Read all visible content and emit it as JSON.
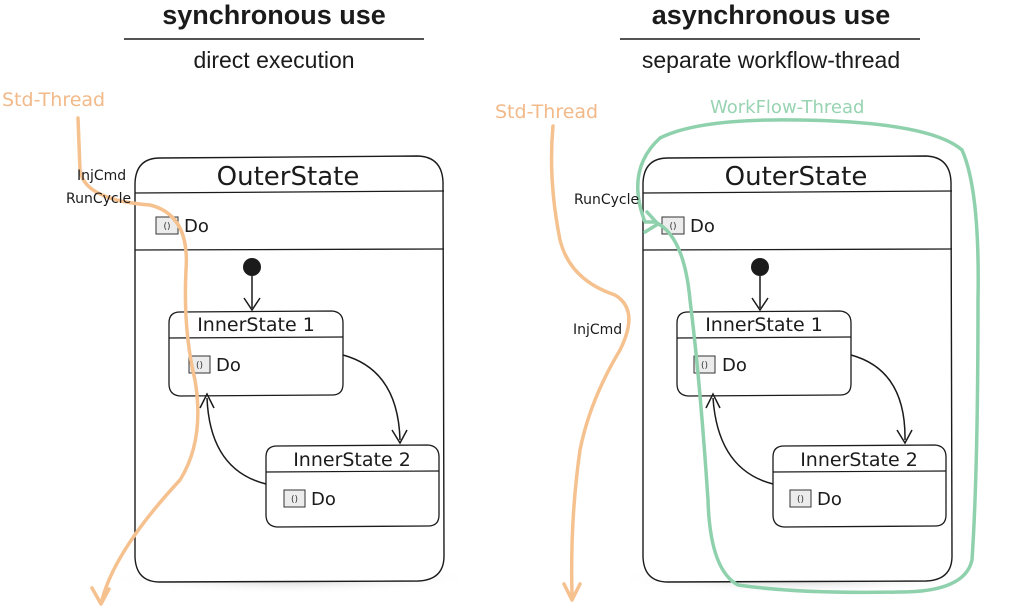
{
  "colors": {
    "std_thread": "#f5c18f",
    "workflow_thread": "#8fd1ad",
    "ink": "#1b1b1b"
  },
  "sync": {
    "title": "synchronous use",
    "subtitle": "direct execution",
    "std_thread_label": "Std-Thread",
    "injcmd_label": "InjCmd",
    "runcycle_label": "RunCycle",
    "outer_state": "OuterState",
    "outer_do": "Do",
    "inner1": "InnerState 1",
    "inner1_do": "Do",
    "inner2": "InnerState 2",
    "inner2_do": "Do",
    "icon_glyph": "()"
  },
  "async": {
    "title": "asynchronous use",
    "subtitle": "separate workflow-thread",
    "std_thread_label": "Std-Thread",
    "workflow_thread_label": "WorkFlow-Thread",
    "injcmd_label": "InjCmd",
    "runcycle_label": "RunCycle",
    "outer_state": "OuterState",
    "outer_do": "Do",
    "inner1": "InnerState 1",
    "inner1_do": "Do",
    "inner2": "InnerState 2",
    "inner2_do": "Do",
    "icon_glyph": "()"
  }
}
